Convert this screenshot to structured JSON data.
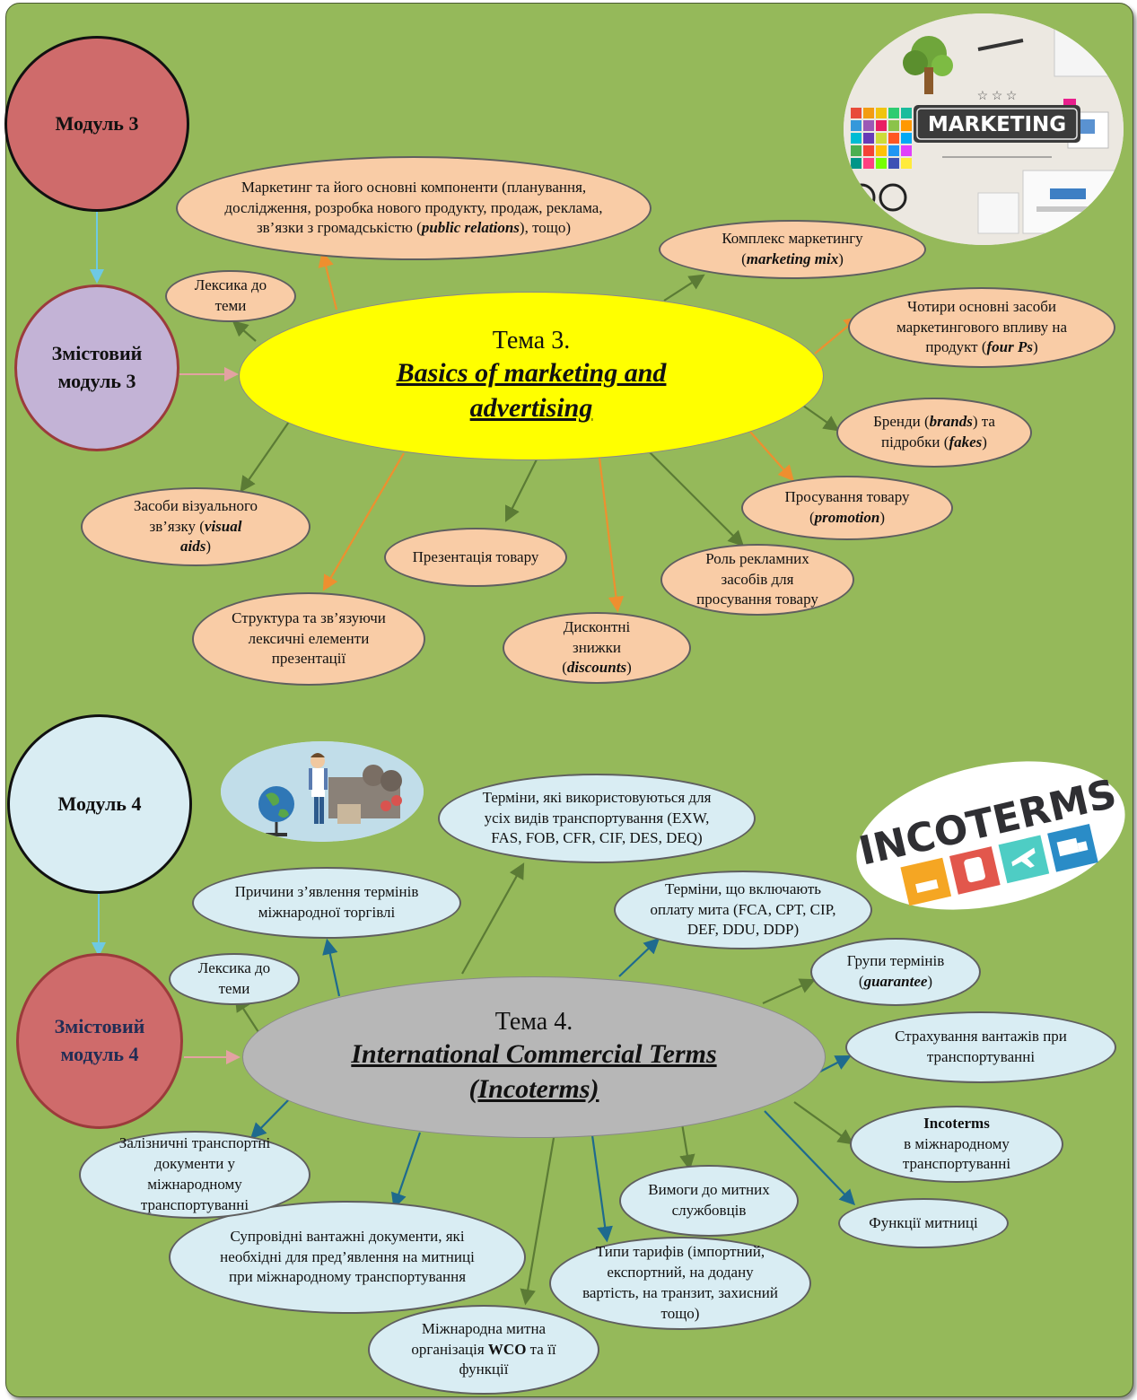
{
  "module3": {
    "module_label": "Модуль 3",
    "content_module_label": "Змістовий модуль 3",
    "topic_number": "Тема 3.",
    "topic_title": "Basics of marketing and advertising",
    "image_text": "MARKETING",
    "nodes": {
      "marketing_components": {
        "pre": "Маркетинг та його основні компоненти (планування, дослідження, розробка нового продукту, продаж, реклама, зв’язки з громадськістю (",
        "em": "public relations",
        "post": "), тощо)"
      },
      "vocabulary": "Лексика до теми",
      "marketing_mix": {
        "pre": "Комплекс маркетингу (",
        "em": "marketing mix",
        "post": ")"
      },
      "four_ps": {
        "pre": "Чотири основні засоби маркетингового впливу на продукт (",
        "em": "four Ps",
        "post": ")"
      },
      "brands": {
        "pre": "Бренди (",
        "em": "brands",
        "mid": ") та підробки (",
        "em2": "fakes",
        "post": ")"
      },
      "promotion": {
        "pre": "Просування товару (",
        "em": "promotion",
        "post": ")"
      },
      "advertising_role": "Роль рекламних засобів для просування товару",
      "discounts": {
        "pre": "Дисконтні знижки (",
        "em": "discounts",
        "post": ")"
      },
      "product_presentation": "Презентація товару",
      "visual_aids": {
        "pre": "Засоби візуального зв’язку (",
        "em": "visual aids",
        "post": ")"
      },
      "presentation_structure": "Структура та зв’язуючи лексичні елементи презентації"
    }
  },
  "module4": {
    "module_label": "Модуль 4",
    "content_module_label": "Змістовий модуль 4",
    "topic_number": "Тема 4.",
    "topic_title": "International Commercial Terms (Incoterms)",
    "image_text": "INCOTERMS",
    "nodes": {
      "all_transport_terms": "Терміни, які використовуються для усіх видів транспортування (EXW, FAS, FOB, CFR, CIF, DES, DEQ)",
      "trade_terms_reasons": "Причини з’явлення термінів міжнародної торгівлі",
      "duty_terms": "Терміни, що включають оплату мита (FCA, CPT, CIP, DEF, DDU, DDP)",
      "term_groups": {
        "pre": "Групи термінів (",
        "em": "guarantee",
        "post": ")"
      },
      "vocabulary": "Лексика до теми",
      "cargo_insurance": "Страхування вантажів при транспортуванні",
      "incoterms_transport": {
        "bold": "Incoterms",
        "post": "в міжнародному транспортуванні"
      },
      "customs_functions": "Функції митниці",
      "customs_requirements": "Вимоги до митних службовців",
      "tariff_types": "Типи тарифів (імпортний, експортний, на додану вартість, на транзит, захисний тощо)",
      "wco": {
        "pre": "Міжнародна митна організація ",
        "bold": "WCO",
        "post": " та її функції"
      },
      "accompanying_documents": "Супровідні вантажні документи, які необхідні для пред’явлення на митниці при міжнародному транспортування",
      "rail_documents": "Залізничні транспортні документи у міжнародному транспортуванні"
    }
  },
  "colors": {
    "background": "#95b95a",
    "peach_node": "#f9cca6",
    "blue_node": "#d9edf3",
    "topic3_fill": "#ffff00",
    "topic4_fill": "#b7b7b7",
    "module_red": "#cf6b6b",
    "content_module3_fill": "#c3b3d6",
    "module4_fill": "#d9edf3",
    "arrow_green": "#5b7b35",
    "arrow_orange": "#ee8f2f",
    "arrow_blue": "#1e6a8e",
    "arrow_light_blue": "#6ec9e3",
    "arrow_pink": "#e3a2a2"
  }
}
